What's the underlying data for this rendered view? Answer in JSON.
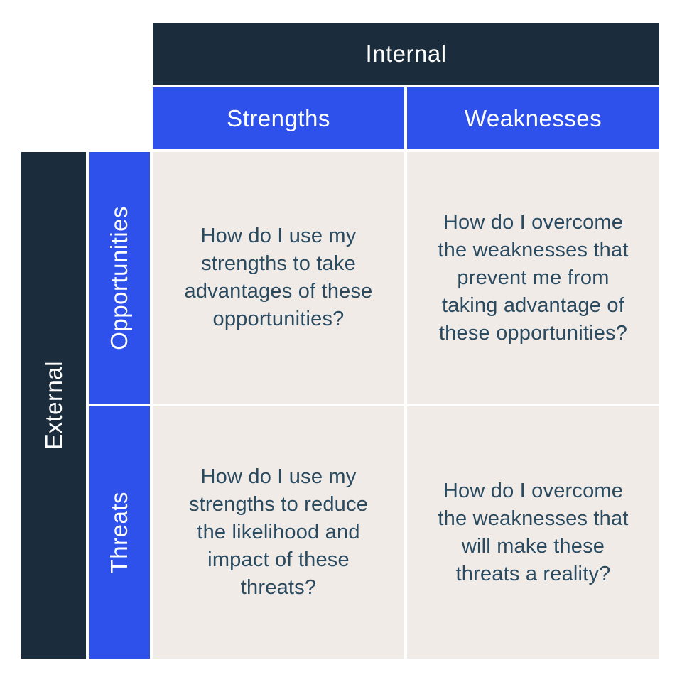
{
  "colors": {
    "dark_navy": "#1b2d3c",
    "blue": "#2e51ec",
    "cell_bg": "#f0ebe7",
    "cell_text": "#2a4a60",
    "header_text": "#ffffff",
    "page_bg": "#ffffff"
  },
  "matrix": {
    "internal_label": "Internal",
    "external_label": "External",
    "column_headers": [
      "Strengths",
      "Weaknesses"
    ],
    "row_headers": [
      "Opportunities",
      "Threats"
    ],
    "cells": {
      "strengths_opportunities": "How do I use my strengths to take advantages of these opportunities?",
      "weaknesses_opportunities": "How do I overcome the weaknesses that prevent me from taking advantage of these opportunities?",
      "strengths_threats": "How do I use my strengths to reduce the likelihood and impact of these threats?",
      "weaknesses_threats": "How do I overcome the weaknesses that will make these threats a reality?"
    }
  }
}
